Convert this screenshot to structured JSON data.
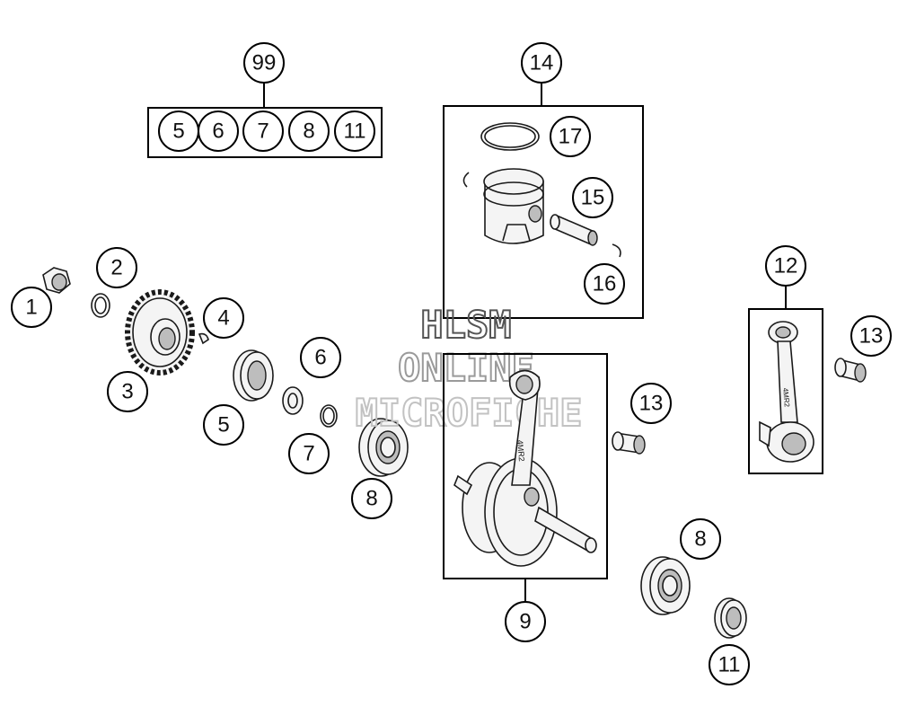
{
  "watermark": {
    "line1": "HLSM",
    "line2": "ONLINE",
    "line3": "MICROFICHE",
    "color": "#8c8c8c"
  },
  "kit_99": {
    "label": "99",
    "contents": [
      "5",
      "6",
      "7",
      "8",
      "11"
    ]
  },
  "piston_kit": {
    "label": "14",
    "parts": [
      "17",
      "15",
      "16"
    ]
  },
  "conrod_kit": {
    "label": "12"
  },
  "crankshaft": {
    "label": "9"
  },
  "callouts": {
    "c1": "1",
    "c2": "2",
    "c3": "3",
    "c4": "4",
    "c5": "5",
    "c6": "6",
    "c7": "7",
    "c8a": "8",
    "c8b": "8",
    "c11": "11",
    "c13a": "13",
    "c13b": "13",
    "conrod_stamp": "4MR2"
  }
}
